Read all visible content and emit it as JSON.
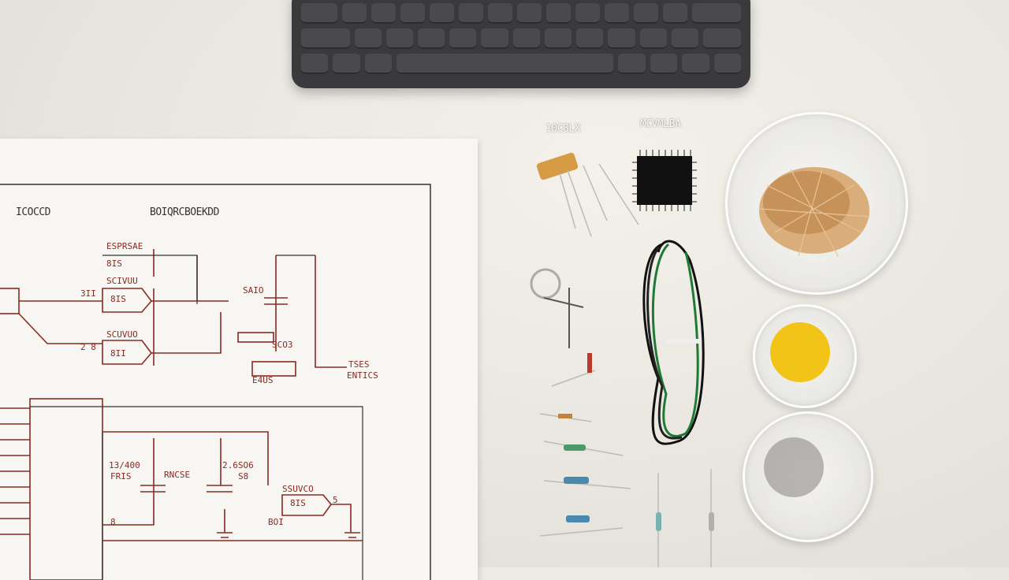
{
  "labels": {
    "top_left_component": "10C8LX",
    "top_right_component": "MCVMLBA"
  },
  "schematic": {
    "title_left": "ICOCCD",
    "title_right": "BOIQRCBOEKDD",
    "texts": [
      "ESPRSAE",
      "8IS",
      "SCIVUU",
      "3II",
      "8IS",
      "SCUVUO",
      "2 8",
      "8II",
      "SAIO",
      "SCO3",
      "TSES",
      "ENTICS",
      "E4US",
      "13/400",
      "FRIS",
      "RNCSE",
      "2.6SO6",
      "S8",
      "SSUVCO",
      "8IS",
      "BOI",
      "8",
      "5"
    ]
  },
  "colors": {
    "desk": "#e8e6df",
    "paper": "#f7f6f3",
    "schematic_ink": "#8a2a22",
    "keyboard": "#3a3a3c"
  }
}
